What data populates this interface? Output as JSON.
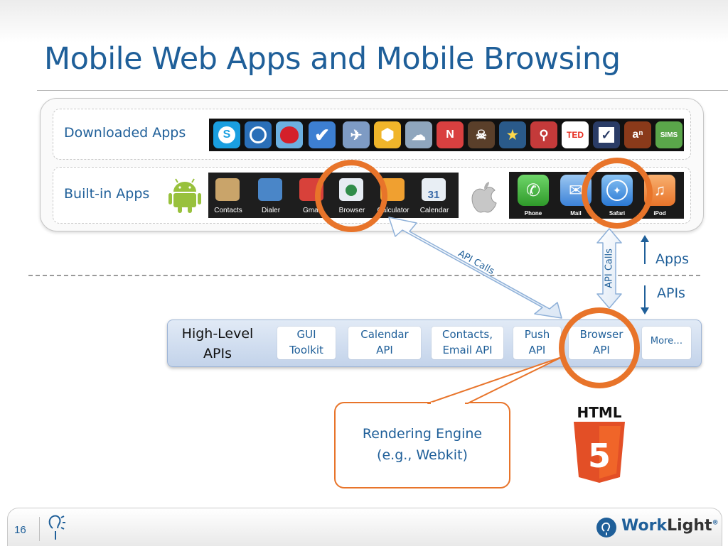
{
  "slide": {
    "title": "Mobile Web Apps and Mobile Browsing",
    "page_number": "16"
  },
  "apps_panel": {
    "downloaded_label": "Downloaded Apps",
    "builtin_label": "Built-in Apps",
    "android_apps": [
      {
        "label": "Contacts",
        "icon": "contacts-icon"
      },
      {
        "label": "Dialer",
        "icon": "phone-icon"
      },
      {
        "label": "Gmail",
        "icon": "mail-icon"
      },
      {
        "label": "Browser",
        "icon": "globe-icon"
      },
      {
        "label": "Calculator",
        "icon": "calculator-icon"
      },
      {
        "label": "Calendar",
        "icon": "calendar-icon",
        "day": "31"
      }
    ],
    "ios_apps": [
      {
        "label": "Phone",
        "icon": "phone-icon"
      },
      {
        "label": "Mail",
        "icon": "mail-icon"
      },
      {
        "label": "Safari",
        "icon": "compass-icon"
      },
      {
        "label": "iPod",
        "icon": "music-icon"
      }
    ],
    "downloaded_icon_text": {
      "ted": "TED",
      "an": "aⁿ",
      "sims": "SIMS"
    }
  },
  "layers": {
    "apps_label": "Apps",
    "apis_label": "APIs",
    "api_calls_left": "API Calls",
    "api_calls_right": "API Calls"
  },
  "high_level": {
    "title_line1": "High-Level",
    "title_line2": "APIs",
    "items": [
      {
        "line1": "GUI",
        "line2": "Toolkit"
      },
      {
        "line1": "Calendar",
        "line2": "API"
      },
      {
        "line1": "Contacts,",
        "line2": "Email API"
      },
      {
        "line1": "Push",
        "line2": "API"
      },
      {
        "line1": "Browser",
        "line2": "API"
      },
      {
        "line1": "More…",
        "line2": ""
      }
    ]
  },
  "render_engine": {
    "line1": "Rendering Engine",
    "line2": "(e.g., Webkit)"
  },
  "html5_logo": {
    "text": "HTML",
    "number": "5"
  },
  "brand": {
    "part1": "Work",
    "part2": "Light",
    "mark": "®"
  },
  "colors": {
    "title_blue": "#1f5f99",
    "highlight_orange": "#e8742a",
    "html5_orange": "#e34f26"
  }
}
